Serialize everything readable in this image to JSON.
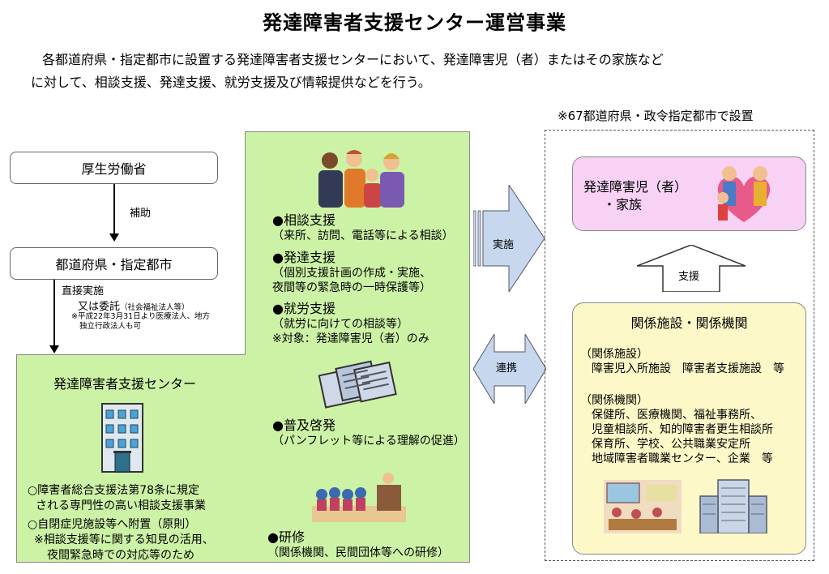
{
  "title": "発達障害者支援センター運営事業",
  "intro": {
    "line1": "各都道府県・指定都市に設置する発達障害者支援センターにおいて、発達障害児（者）またはその家族など",
    "line2": "に対して、相談支援、発達支援、就労支援及び情報提供などを行う。"
  },
  "note_top": "※67都道府県・政令指定都市で設置",
  "left": {
    "mhlw": "厚生労働省",
    "subsidy": "補助",
    "prefecture": "都道府県・指定都市",
    "direct": "直接実施",
    "or_consign": "又は委託",
    "consign_note": "（社会福祉法人等）",
    "note_line1": "※平成22年3月31日より医療法人、地方",
    "note_line2": "独立行政法人も可"
  },
  "center": {
    "name": "発達障害者支援センター",
    "point1_line1": "○障害者総合支援法第78条に規定",
    "point1_line2": "される専門性の高い相談支援事業",
    "point2": "○自閉症児施設等へ附置（原則）",
    "point2_note1": "※相談支援等に関する知見の活用、",
    "point2_note2": "夜間緊急時での対応等のため"
  },
  "services": {
    "s1_title": "●相談支援",
    "s1_desc": "（来所、訪問、電話等による相談）",
    "s2_title": "●発達支援",
    "s2_desc1": "（個別支援計画の作成・実施、",
    "s2_desc2": "夜間等の緊急時の一時保護等）",
    "s3_title": "●就労支援",
    "s3_desc1": "（就労に向けての相談等）",
    "s3_desc2": "※対象：発達障害児（者）のみ",
    "s4_title": "●普及啓発",
    "s4_desc": "（パンフレット等による理解の促進）",
    "s5_title": "●研修",
    "s5_desc": "（関係機関、民間団体等への研修）"
  },
  "arrows": {
    "implement": "実施",
    "cooperate": "連携",
    "support": "支援"
  },
  "right": {
    "target_line1": "発達障害児（者）",
    "target_line2": "・家族",
    "related_title": "関係施設・関係機関",
    "facilities_head": "（関係施設）",
    "facilities": "障害児入所施設　障害者支援施設　等",
    "agencies_head": "（関係機関）",
    "agencies1": "保健所、医療機関、福祉事務所、",
    "agencies2": "児童相談所、知的障害者更生相談所",
    "agencies3": "保育所、学校、公共職業安定所",
    "agencies4": "地域障害者職業センター、企業　等"
  },
  "colors": {
    "green": "#ccf2a6",
    "pink": "#f7d2f5",
    "yellow": "#fdf8c8",
    "arrow_blue": "#c7d7ee"
  }
}
